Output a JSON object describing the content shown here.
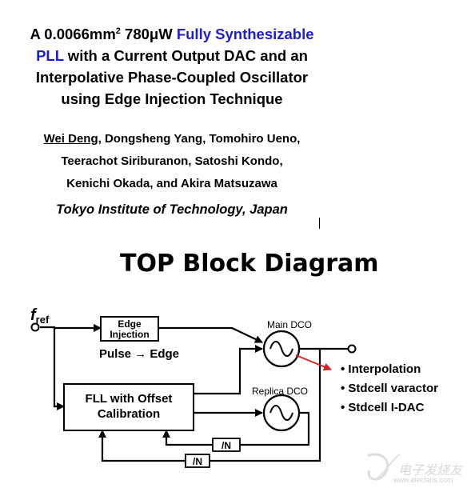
{
  "title": {
    "line1_a": "A 0.0066mm",
    "line1_sup": "2",
    "line1_b": " 780μW ",
    "line1_blue": "Fully Synthesizable",
    "line2_blue": "PLL",
    "line2_rest": " with a Current Output DAC and an",
    "line3": "Interpolative Phase-Coupled Oscillator",
    "line4": "using Edge Injection Technique"
  },
  "authors": {
    "first": "Wei Deng,",
    "line1_rest": " Dongsheng Yang, Tomohiro Ueno,",
    "line2": "Teerachot Siriburanon, Satoshi Kondo,",
    "line3": "Kenichi Okada, and Akira Matsuzawa"
  },
  "affiliation": "Tokyo Institute of Technology, Japan",
  "diagram": {
    "heading": "TOP Block Diagram",
    "fref_main": "f",
    "fref_sub": "ref",
    "edge_injection_line1": "Edge",
    "edge_injection_line2": "Injection",
    "pulse_edge": "Pulse → Edge",
    "fll_line1": "FLL with Offset",
    "fll_line2": "Calibration",
    "main_dco": "Main DCO",
    "replica_dco": "Replica DCO",
    "div1": "/N",
    "div2": "/N",
    "bullets": [
      "• Interpolation",
      "• Stdcell varactor",
      "• Stdcell I-DAC"
    ],
    "red_arrow_color": "#d42020"
  },
  "watermark": {
    "text": "电子发烧友",
    "url": "www.elecfans.com"
  }
}
